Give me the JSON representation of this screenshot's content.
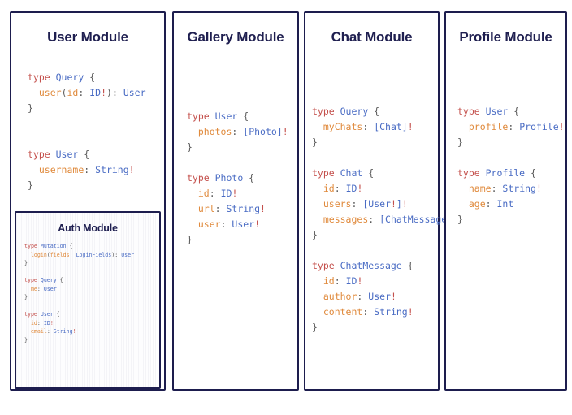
{
  "page": {
    "background_color": "#ffffff",
    "card_border_color": "#1d1d4e",
    "title_color": "#1f1f50",
    "syntax_colors": {
      "keyword": "#c4504c",
      "type": "#4a6cc4",
      "field": "#e08a3c",
      "punctuation": "#5a5a5a",
      "non_null_bang": "#c4504c"
    }
  },
  "modules": [
    {
      "id": "user",
      "title": "User Module",
      "code_lines": [
        [
          {
            "t": "type ",
            "c": "kw"
          },
          {
            "t": "Query",
            "c": "ty"
          },
          {
            "t": " {",
            "c": "pun"
          }
        ],
        [
          {
            "t": "  ",
            "c": "pun"
          },
          {
            "t": "user",
            "c": "fld"
          },
          {
            "t": "(",
            "c": "pun"
          },
          {
            "t": "id",
            "c": "fld"
          },
          {
            "t": ": ",
            "c": "pun"
          },
          {
            "t": "ID",
            "c": "ty"
          },
          {
            "t": "!",
            "c": "bang"
          },
          {
            "t": ")",
            "c": "pun"
          },
          {
            "t": ": ",
            "c": "pun"
          },
          {
            "t": "User",
            "c": "ty"
          }
        ],
        [
          {
            "t": "}",
            "c": "pun"
          }
        ],
        [
          {
            "t": "",
            "c": "pun"
          }
        ],
        [
          {
            "t": "",
            "c": "pun"
          }
        ],
        [
          {
            "t": "type ",
            "c": "kw"
          },
          {
            "t": "User",
            "c": "ty"
          },
          {
            "t": " {",
            "c": "pun"
          }
        ],
        [
          {
            "t": "  ",
            "c": "pun"
          },
          {
            "t": "username",
            "c": "fld"
          },
          {
            "t": ": ",
            "c": "pun"
          },
          {
            "t": "String",
            "c": "ty"
          },
          {
            "t": "!",
            "c": "bang"
          }
        ],
        [
          {
            "t": "}",
            "c": "pun"
          }
        ]
      ],
      "nested": {
        "id": "auth",
        "title": "Auth Module",
        "code_lines": [
          [
            {
              "t": "type ",
              "c": "kw"
            },
            {
              "t": "Mutation",
              "c": "ty"
            },
            {
              "t": " {",
              "c": "pun"
            }
          ],
          [
            {
              "t": "  ",
              "c": "pun"
            },
            {
              "t": "login",
              "c": "fld"
            },
            {
              "t": "(",
              "c": "pun"
            },
            {
              "t": "fields",
              "c": "fld"
            },
            {
              "t": ": ",
              "c": "pun"
            },
            {
              "t": "LoginFields",
              "c": "ty"
            },
            {
              "t": ")",
              "c": "pun"
            },
            {
              "t": ": ",
              "c": "pun"
            },
            {
              "t": "User",
              "c": "ty"
            }
          ],
          [
            {
              "t": "}",
              "c": "pun"
            }
          ],
          [
            {
              "t": "",
              "c": "pun"
            }
          ],
          [
            {
              "t": "type ",
              "c": "kw"
            },
            {
              "t": "Query",
              "c": "ty"
            },
            {
              "t": " {",
              "c": "pun"
            }
          ],
          [
            {
              "t": "  ",
              "c": "pun"
            },
            {
              "t": "me",
              "c": "fld"
            },
            {
              "t": ": ",
              "c": "pun"
            },
            {
              "t": "User",
              "c": "ty"
            }
          ],
          [
            {
              "t": "}",
              "c": "pun"
            }
          ],
          [
            {
              "t": "",
              "c": "pun"
            }
          ],
          [
            {
              "t": "type ",
              "c": "kw"
            },
            {
              "t": "User",
              "c": "ty"
            },
            {
              "t": " {",
              "c": "pun"
            }
          ],
          [
            {
              "t": "  ",
              "c": "pun"
            },
            {
              "t": "id",
              "c": "fld"
            },
            {
              "t": ": ",
              "c": "pun"
            },
            {
              "t": "ID",
              "c": "ty"
            },
            {
              "t": "!",
              "c": "bang"
            }
          ],
          [
            {
              "t": "  ",
              "c": "pun"
            },
            {
              "t": "email",
              "c": "fld"
            },
            {
              "t": ": ",
              "c": "pun"
            },
            {
              "t": "String",
              "c": "ty"
            },
            {
              "t": "!",
              "c": "bang"
            }
          ],
          [
            {
              "t": "}",
              "c": "pun"
            }
          ]
        ]
      }
    },
    {
      "id": "gallery",
      "title": "Gallery Module",
      "code_lines": [
        [
          {
            "t": "type ",
            "c": "kw"
          },
          {
            "t": "User",
            "c": "ty"
          },
          {
            "t": " {",
            "c": "pun"
          }
        ],
        [
          {
            "t": "  ",
            "c": "pun"
          },
          {
            "t": "photos",
            "c": "fld"
          },
          {
            "t": ": ",
            "c": "pun"
          },
          {
            "t": "[Photo]",
            "c": "ty"
          },
          {
            "t": "!",
            "c": "bang"
          }
        ],
        [
          {
            "t": "}",
            "c": "pun"
          }
        ],
        [
          {
            "t": "",
            "c": "pun"
          }
        ],
        [
          {
            "t": "type ",
            "c": "kw"
          },
          {
            "t": "Photo",
            "c": "ty"
          },
          {
            "t": " {",
            "c": "pun"
          }
        ],
        [
          {
            "t": "  ",
            "c": "pun"
          },
          {
            "t": "id",
            "c": "fld"
          },
          {
            "t": ": ",
            "c": "pun"
          },
          {
            "t": "ID",
            "c": "ty"
          },
          {
            "t": "!",
            "c": "bang"
          }
        ],
        [
          {
            "t": "  ",
            "c": "pun"
          },
          {
            "t": "url",
            "c": "fld"
          },
          {
            "t": ": ",
            "c": "pun"
          },
          {
            "t": "String",
            "c": "ty"
          },
          {
            "t": "!",
            "c": "bang"
          }
        ],
        [
          {
            "t": "  ",
            "c": "pun"
          },
          {
            "t": "user",
            "c": "fld"
          },
          {
            "t": ": ",
            "c": "pun"
          },
          {
            "t": "User",
            "c": "ty"
          },
          {
            "t": "!",
            "c": "bang"
          }
        ],
        [
          {
            "t": "}",
            "c": "pun"
          }
        ]
      ]
    },
    {
      "id": "chat",
      "title": "Chat Module",
      "code_lines": [
        [
          {
            "t": "type ",
            "c": "kw"
          },
          {
            "t": "Query",
            "c": "ty"
          },
          {
            "t": " {",
            "c": "pun"
          }
        ],
        [
          {
            "t": "  ",
            "c": "pun"
          },
          {
            "t": "myChats",
            "c": "fld"
          },
          {
            "t": ": ",
            "c": "pun"
          },
          {
            "t": "[Chat]",
            "c": "ty"
          },
          {
            "t": "!",
            "c": "bang"
          }
        ],
        [
          {
            "t": "}",
            "c": "pun"
          }
        ],
        [
          {
            "t": "",
            "c": "pun"
          }
        ],
        [
          {
            "t": "type ",
            "c": "kw"
          },
          {
            "t": "Chat",
            "c": "ty"
          },
          {
            "t": " {",
            "c": "pun"
          }
        ],
        [
          {
            "t": "  ",
            "c": "pun"
          },
          {
            "t": "id",
            "c": "fld"
          },
          {
            "t": ": ",
            "c": "pun"
          },
          {
            "t": "ID",
            "c": "ty"
          },
          {
            "t": "!",
            "c": "bang"
          }
        ],
        [
          {
            "t": "  ",
            "c": "pun"
          },
          {
            "t": "users",
            "c": "fld"
          },
          {
            "t": ": ",
            "c": "pun"
          },
          {
            "t": "[User",
            "c": "ty"
          },
          {
            "t": "!",
            "c": "bang"
          },
          {
            "t": "]",
            "c": "ty"
          },
          {
            "t": "!",
            "c": "bang"
          }
        ],
        [
          {
            "t": "  ",
            "c": "pun"
          },
          {
            "t": "messages",
            "c": "fld"
          },
          {
            "t": ": ",
            "c": "pun"
          },
          {
            "t": "[ChatMessage]",
            "c": "ty"
          },
          {
            "t": "!",
            "c": "bang"
          }
        ],
        [
          {
            "t": "}",
            "c": "pun"
          }
        ],
        [
          {
            "t": "",
            "c": "pun"
          }
        ],
        [
          {
            "t": "type ",
            "c": "kw"
          },
          {
            "t": "ChatMessage",
            "c": "ty"
          },
          {
            "t": " {",
            "c": "pun"
          }
        ],
        [
          {
            "t": "  ",
            "c": "pun"
          },
          {
            "t": "id",
            "c": "fld"
          },
          {
            "t": ": ",
            "c": "pun"
          },
          {
            "t": "ID",
            "c": "ty"
          },
          {
            "t": "!",
            "c": "bang"
          }
        ],
        [
          {
            "t": "  ",
            "c": "pun"
          },
          {
            "t": "author",
            "c": "fld"
          },
          {
            "t": ": ",
            "c": "pun"
          },
          {
            "t": "User",
            "c": "ty"
          },
          {
            "t": "!",
            "c": "bang"
          }
        ],
        [
          {
            "t": "  ",
            "c": "pun"
          },
          {
            "t": "content",
            "c": "fld"
          },
          {
            "t": ": ",
            "c": "pun"
          },
          {
            "t": "String",
            "c": "ty"
          },
          {
            "t": "!",
            "c": "bang"
          }
        ],
        [
          {
            "t": "}",
            "c": "pun"
          }
        ]
      ]
    },
    {
      "id": "profile",
      "title": "Profile Module",
      "code_lines": [
        [
          {
            "t": "type ",
            "c": "kw"
          },
          {
            "t": "User",
            "c": "ty"
          },
          {
            "t": " {",
            "c": "pun"
          }
        ],
        [
          {
            "t": "  ",
            "c": "pun"
          },
          {
            "t": "profile",
            "c": "fld"
          },
          {
            "t": ": ",
            "c": "pun"
          },
          {
            "t": "Profile",
            "c": "ty"
          },
          {
            "t": "!",
            "c": "bang"
          }
        ],
        [
          {
            "t": "}",
            "c": "pun"
          }
        ],
        [
          {
            "t": "",
            "c": "pun"
          }
        ],
        [
          {
            "t": "type ",
            "c": "kw"
          },
          {
            "t": "Profile",
            "c": "ty"
          },
          {
            "t": " {",
            "c": "pun"
          }
        ],
        [
          {
            "t": "  ",
            "c": "pun"
          },
          {
            "t": "name",
            "c": "fld"
          },
          {
            "t": ": ",
            "c": "pun"
          },
          {
            "t": "String",
            "c": "ty"
          },
          {
            "t": "!",
            "c": "bang"
          }
        ],
        [
          {
            "t": "  ",
            "c": "pun"
          },
          {
            "t": "age",
            "c": "fld"
          },
          {
            "t": ": ",
            "c": "pun"
          },
          {
            "t": "Int",
            "c": "ty"
          }
        ],
        [
          {
            "t": "}",
            "c": "pun"
          }
        ]
      ]
    }
  ]
}
